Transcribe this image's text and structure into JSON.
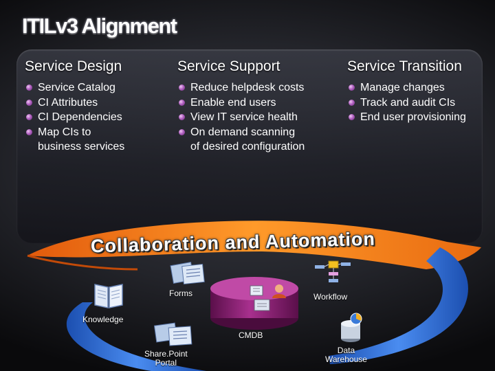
{
  "title": "ITILv3 Alignment",
  "panels": [
    {
      "heading": "Service Design",
      "items": [
        "Service Catalog",
        "CI Attributes",
        "CI Dependencies",
        "Map CIs to\nbusiness services"
      ]
    },
    {
      "heading": "Service Support",
      "items": [
        "Reduce helpdesk costs",
        "Enable end users",
        "View IT service health",
        "On demand scanning\nof desired configuration"
      ]
    },
    {
      "heading": "Service Transition",
      "items": [
        "Manage changes",
        "Track and audit CIs",
        "End user provisioning"
      ]
    }
  ],
  "banner": "Collaboration and Automation",
  "diagram": {
    "forms": "Forms",
    "workflow": "Workflow",
    "knowledge": "Knowledge",
    "cmdb": "CMDB",
    "sharepoint": "Share.Point\nPortal",
    "warehouse": "Data\nWarehouse"
  },
  "colors": {
    "arc_orange": "#f07a12",
    "arc_blue": "#2f6fd6",
    "cylinder": "#8a1f72",
    "bullet": "#b060c0"
  },
  "icons": [
    "book-icon",
    "forms-icon",
    "workflow-icon",
    "cmdb-cylinder-icon",
    "portal-icon",
    "data-warehouse-icon",
    "user-icon",
    "pie-chart-icon"
  ]
}
